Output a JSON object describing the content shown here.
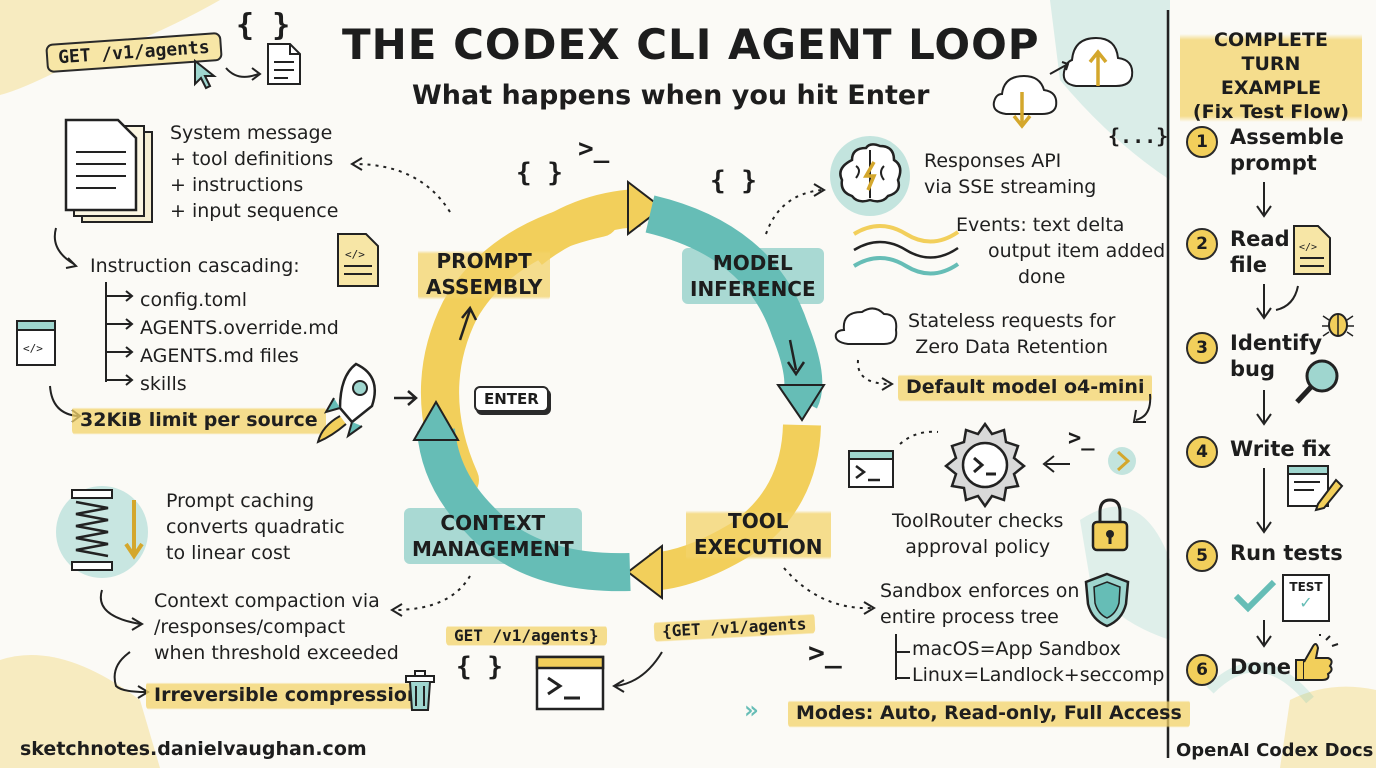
{
  "header": {
    "title": "THE CODEX CLI AGENT LOOP",
    "subtitle": "What happens when you hit Enter"
  },
  "top_left_tag": "GET /v1/agents",
  "loop": {
    "stages": [
      {
        "id": "prompt",
        "label_line1": "PROMPT",
        "label_line2": "ASSEMBLY"
      },
      {
        "id": "model",
        "label_line1": "MODEL",
        "label_line2": "INFERENCE"
      },
      {
        "id": "tool",
        "label_line1": "TOOL",
        "label_line2": "EXECUTION"
      },
      {
        "id": "context",
        "label_line1": "CONTEXT",
        "label_line2": "MANAGEMENT"
      }
    ],
    "enter_key": "ENTER"
  },
  "prompt_assembly": {
    "lines": [
      "System message",
      "+ tool definitions",
      "+ instructions",
      "+ input sequence"
    ],
    "cascade_title": "Instruction cascading:",
    "cascade_items": [
      "config.toml",
      "AGENTS.override.md",
      "AGENTS.md files",
      "skills"
    ],
    "limit": "32KiB limit per source"
  },
  "context_management": {
    "caching_lines": [
      "Prompt caching",
      "converts quadratic",
      "to linear cost"
    ],
    "compaction_lines": [
      "Context compaction via",
      "/responses/compact",
      "when threshold exceeded"
    ],
    "irreversible": "Irreversible compression",
    "bottom_tag": "GET /v1/agents}"
  },
  "model_inference": {
    "api_lines": [
      "Responses API",
      "via SSE streaming"
    ],
    "events_lines": [
      "Events: text delta",
      "output item added",
      "done"
    ],
    "stateless_lines": [
      "Stateless requests for",
      "Zero Data Retention"
    ],
    "default_model": "Default model o4-mini"
  },
  "tool_execution": {
    "router_lines": [
      "ToolRouter checks",
      "approval policy"
    ],
    "sandbox_lines": [
      "Sandbox enforces on",
      "entire process tree"
    ],
    "os_items": [
      "macOS=App Sandbox",
      "Linux=Landlock+seccomp"
    ],
    "modes": "Modes: Auto, Read-only, Full Access",
    "bottom_tag": "{GET /v1/agents"
  },
  "sidebar": {
    "title_lines": [
      "COMPLETE TURN",
      "EXAMPLE",
      "(Fix Test Flow)"
    ],
    "steps": [
      {
        "num": "1",
        "label_lines": [
          "Assemble",
          "prompt"
        ]
      },
      {
        "num": "2",
        "label_lines": [
          "Read",
          "file"
        ]
      },
      {
        "num": "3",
        "label_lines": [
          "Identify",
          "bug"
        ]
      },
      {
        "num": "4",
        "label_lines": [
          "Write fix"
        ]
      },
      {
        "num": "5",
        "label_lines": [
          "Run tests"
        ]
      },
      {
        "num": "6",
        "label_lines": [
          "Done"
        ]
      }
    ],
    "test_badge": "TEST"
  },
  "footer": {
    "left": "sketchnotes.danielvaughan.com",
    "right": "OpenAI Codex Docs"
  },
  "colors": {
    "yellow": "#f2cf5b",
    "teal": "#66bdb6",
    "ink": "#1f1f1f"
  },
  "icons": [
    "document-stack-icon",
    "code-file-icon",
    "cursor-icon",
    "rocket-icon",
    "spring-icon",
    "trash-icon",
    "terminal-icon",
    "brain-icon",
    "cloud-sync-icon",
    "gear-terminal-icon",
    "lock-icon",
    "shield-icon",
    "magnifier-icon",
    "bug-icon",
    "checkmark-icon",
    "thumbs-up-icon"
  ]
}
